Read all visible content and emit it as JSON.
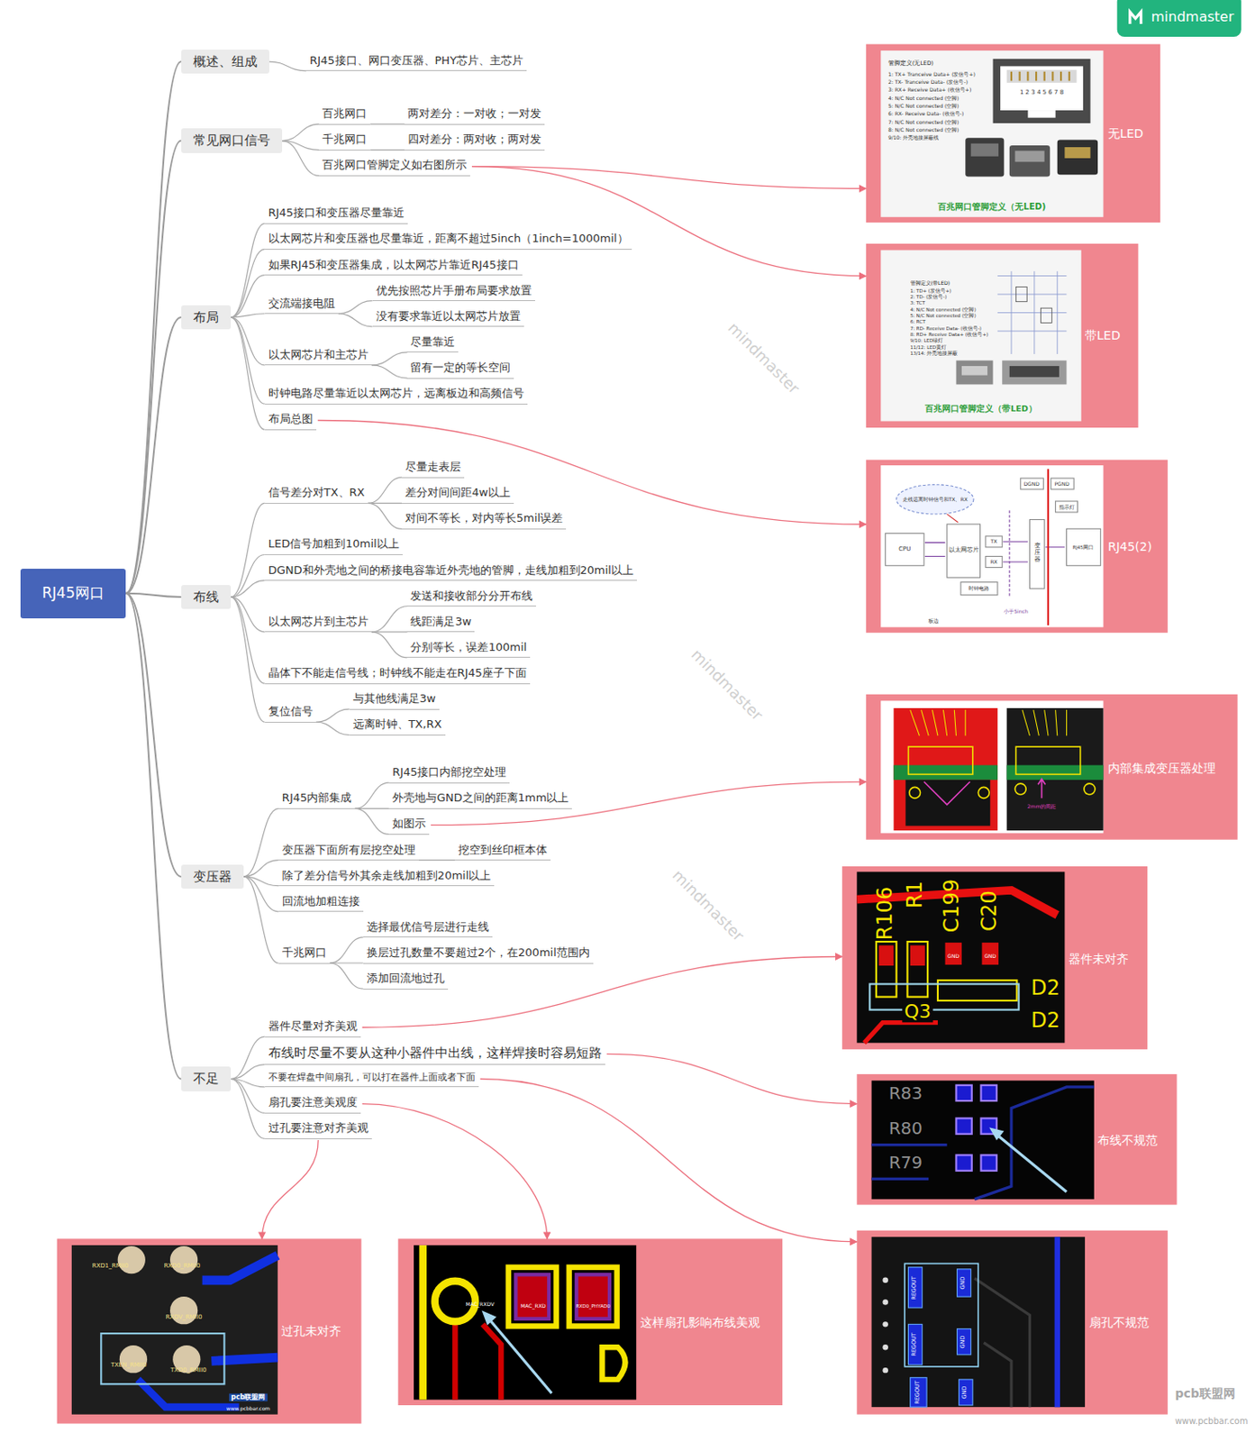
{
  "diagram": {
    "nodes": [
      {
        "text": [
          "RJ45网口"
        ]
      },
      {
        "text": [
          "概述、组成"
        ]
      },
      {
        "text": [
          "RJ45接口、网口变压器、PHY芯片、主芯片"
        ]
      },
      {
        "text": [
          "常见网口信号"
        ]
      },
      {
        "text": [
          "百兆网口"
        ]
      },
      {
        "text": [
          "两对差分：一对收；一对发"
        ]
      },
      {
        "text": [
          "千兆网口"
        ]
      },
      {
        "text": [
          "四对差分：两对收；两对发"
        ]
      },
      {
        "text": [
          "百兆网口管脚定义如右图所示"
        ]
      },
      {
        "text": [
          "布局"
        ]
      },
      {
        "text": [
          "RJ45接口和变压器尽量靠近"
        ]
      },
      {
        "text": [
          "以太网芯片和变压器也尽量靠近，距离不超过5inch（1inch=1000mil）"
        ]
      },
      {
        "text": [
          "如果RJ45和变压器集成，以太网芯片靠近RJ45接口"
        ]
      },
      {
        "text": [
          "交流端接电阻"
        ]
      },
      {
        "text": [
          "优先按照芯片手册布局要求放置"
        ]
      },
      {
        "text": [
          "没有要求靠近以太网芯片放置"
        ]
      },
      {
        "text": [
          "以太网芯片和主芯片"
        ]
      },
      {
        "text": [
          "尽量靠近"
        ]
      },
      {
        "text": [
          "留有一定的等长空间"
        ]
      },
      {
        "text": [
          "时钟电路尽量靠近以太网芯片，远离板边和高频信号"
        ]
      },
      {
        "text": [
          "布局总图"
        ]
      },
      {
        "text": [
          "布线"
        ]
      },
      {
        "text": [
          "信号差分对TX、RX"
        ]
      },
      {
        "text": [
          "尽量走表层"
        ]
      },
      {
        "text": [
          "差分对间间距4w以上"
        ]
      },
      {
        "text": [
          "对间不等长，对内等长5mil误差"
        ]
      },
      {
        "text": [
          "LED信号加粗到10mil以上"
        ]
      },
      {
        "text": [
          "DGND和外壳地之间的桥接电容靠近外壳地的管脚，走线加粗到20mil以上"
        ]
      },
      {
        "text": [
          "以太网芯片到主芯片"
        ]
      },
      {
        "text": [
          "发送和接收部分分开布线"
        ]
      },
      {
        "text": [
          "线距满足3w"
        ]
      },
      {
        "text": [
          "分别等长，误差100mil"
        ]
      },
      {
        "text": [
          "晶体下不能走信号线；时钟线不能走在RJ45座子下面"
        ]
      },
      {
        "text": [
          "复位信号"
        ]
      },
      {
        "text": [
          "与其他线满足3w"
        ]
      },
      {
        "text": [
          "远离时钟、TX,RX"
        ]
      },
      {
        "text": [
          "变压器"
        ]
      },
      {
        "text": [
          "RJ45内部集成"
        ]
      },
      {
        "text": [
          "RJ45接口内部挖空处理"
        ]
      },
      {
        "text": [
          "外壳地与GND之间的距离1mm以上"
        ]
      },
      {
        "text": [
          "如图示"
        ]
      },
      {
        "text": [
          "变压器下面所有层挖空处理"
        ]
      },
      {
        "text": [
          "挖空到丝印框本体"
        ]
      },
      {
        "text": [
          "除了差分信号外其余走线加粗到20mil以上"
        ]
      },
      {
        "text": [
          "回流地加粗连接"
        ]
      },
      {
        "text": [
          "千兆网口"
        ]
      },
      {
        "text": [
          "选择最优信号层进行走线"
        ]
      },
      {
        "text": [
          "换层过孔数量不要超过2个，在200mil范围内"
        ]
      },
      {
        "text": [
          "添加回流地过孔"
        ]
      },
      {
        "text": [
          "不足"
        ]
      },
      {
        "text": [
          "器件尽量对齐美观"
        ]
      },
      {
        "text": [
          "布线时尽量不要从这种小器件中出线，这样焊接时容易短路"
        ]
      },
      {
        "text": [
          "不要在焊盘中间扇孔，可以打在器件上面或者下面"
        ]
      },
      {
        "text": [
          "扇孔要注意美观度"
        ]
      },
      {
        "text": [
          "过孔要注意对齐美观"
        ]
      },
      {
        "text": [
          "无LED"
        ]
      },
      {
        "text": [
          "带LED"
        ]
      },
      {
        "text": [
          "RJ45(2)"
        ]
      },
      {
        "text": [
          "内部集成变压器处理"
        ]
      },
      {
        "text": [
          "器件未对齐"
        ]
      },
      {
        "text": [
          "布线不规范"
        ]
      },
      {
        "text": [
          "扇孔不规范"
        ]
      },
      {
        "text": [
          "过孔未对齐"
        ]
      },
      {
        "text": [
          "这样扇孔影响布线美观"
        ]
      }
    ],
    "edges": [
      {
        "from": 0,
        "to": 1,
        "arrow": "none"
      },
      {
        "from": 0,
        "to": 3,
        "arrow": "none"
      },
      {
        "from": 0,
        "to": 9,
        "arrow": "none"
      },
      {
        "from": 0,
        "to": 21,
        "arrow": "none"
      },
      {
        "from": 0,
        "to": 36,
        "arrow": "none"
      },
      {
        "from": 0,
        "to": 49,
        "arrow": "none"
      },
      {
        "from": 1,
        "to": 2,
        "arrow": "none"
      },
      {
        "from": 3,
        "to": 4,
        "arrow": "none"
      },
      {
        "from": 3,
        "to": 6,
        "arrow": "none"
      },
      {
        "from": 3,
        "to": 8,
        "arrow": "none"
      },
      {
        "from": 4,
        "to": 5,
        "arrow": "none"
      },
      {
        "from": 6,
        "to": 7,
        "arrow": "none"
      },
      {
        "from": 9,
        "to": 10,
        "arrow": "none"
      },
      {
        "from": 9,
        "to": 11,
        "arrow": "none"
      },
      {
        "from": 9,
        "to": 12,
        "arrow": "none"
      },
      {
        "from": 9,
        "to": 13,
        "arrow": "none"
      },
      {
        "from": 9,
        "to": 16,
        "arrow": "none"
      },
      {
        "from": 9,
        "to": 19,
        "arrow": "none"
      },
      {
        "from": 9,
        "to": 20,
        "arrow": "none"
      },
      {
        "from": 13,
        "to": 14,
        "arrow": "none"
      },
      {
        "from": 13,
        "to": 15,
        "arrow": "none"
      },
      {
        "from": 16,
        "to": 17,
        "arrow": "none"
      },
      {
        "from": 16,
        "to": 18,
        "arrow": "none"
      },
      {
        "from": 21,
        "to": 22,
        "arrow": "none"
      },
      {
        "from": 21,
        "to": 26,
        "arrow": "none"
      },
      {
        "from": 21,
        "to": 27,
        "arrow": "none"
      },
      {
        "from": 21,
        "to": 28,
        "arrow": "none"
      },
      {
        "from": 21,
        "to": 32,
        "arrow": "none"
      },
      {
        "from": 21,
        "to": 33,
        "arrow": "none"
      },
      {
        "from": 22,
        "to": 23,
        "arrow": "none"
      },
      {
        "from": 22,
        "to": 24,
        "arrow": "none"
      },
      {
        "from": 22,
        "to": 25,
        "arrow": "none"
      },
      {
        "from": 28,
        "to": 29,
        "arrow": "none"
      },
      {
        "from": 28,
        "to": 30,
        "arrow": "none"
      },
      {
        "from": 28,
        "to": 31,
        "arrow": "none"
      },
      {
        "from": 33,
        "to": 34,
        "arrow": "none"
      },
      {
        "from": 33,
        "to": 35,
        "arrow": "none"
      },
      {
        "from": 36,
        "to": 37,
        "arrow": "none"
      },
      {
        "from": 36,
        "to": 41,
        "arrow": "none"
      },
      {
        "from": 36,
        "to": 43,
        "arrow": "none"
      },
      {
        "from": 36,
        "to": 44,
        "arrow": "none"
      },
      {
        "from": 36,
        "to": 45,
        "arrow": "none"
      },
      {
        "from": 37,
        "to": 38,
        "arrow": "none"
      },
      {
        "from": 37,
        "to": 39,
        "arrow": "none"
      },
      {
        "from": 37,
        "to": 40,
        "arrow": "none"
      },
      {
        "from": 41,
        "to": 42,
        "arrow": "none"
      },
      {
        "from": 45,
        "to": 46,
        "arrow": "none"
      },
      {
        "from": 45,
        "to": 47,
        "arrow": "none"
      },
      {
        "from": 45,
        "to": 48,
        "arrow": "none"
      },
      {
        "from": 49,
        "to": 50,
        "arrow": "none"
      },
      {
        "from": 49,
        "to": 51,
        "arrow": "none"
      },
      {
        "from": 49,
        "to": 52,
        "arrow": "none"
      },
      {
        "from": 49,
        "to": 53,
        "arrow": "none"
      },
      {
        "from": 49,
        "to": 54,
        "arrow": "none"
      },
      {
        "from": 8,
        "to": 55,
        "arrow": "to"
      },
      {
        "from": 8,
        "to": 56,
        "arrow": "to"
      },
      {
        "from": 20,
        "to": 57,
        "arrow": "to"
      },
      {
        "from": 40,
        "to": 58,
        "arrow": "to"
      },
      {
        "from": 50,
        "to": 59,
        "arrow": "to"
      },
      {
        "from": 51,
        "to": 60,
        "arrow": "to"
      },
      {
        "from": 52,
        "to": 61,
        "arrow": "to"
      },
      {
        "from": 53,
        "to": 63,
        "arrow": "to"
      },
      {
        "from": 54,
        "to": 62,
        "arrow": "to"
      }
    ],
    "labels": [
      "mindmaster",
      "mindmaster",
      "mindmaster",
      "mindmaster",
      "管脚定义(无LED)",
      "1: TX+ Tranceive Data+ (发信号+)",
      "2: TX- Tranceive Data- (发信号-)",
      "3: RX+ Receive Data+ (收信号+)",
      "4: N/C Not connected (空脚)",
      "5: N/C Not connected (空脚)",
      "6: RX- Receive Data- (收信号-)",
      "7: N/C Not connected (空脚)",
      "8: N/C Not connected (空脚)",
      "9/10: 外壳地接屏蔽线",
      "1 2 3 4 5 6 7 8",
      "百兆网口管脚定义（无LED)",
      "管脚定义(带LED)",
      "1: TD+ (发信号+)",
      "2: TD- (发信号-)",
      "3: TCT",
      "4: N/C Not connected (空脚)",
      "5: N/C Not connected (空脚)",
      "6: RCT",
      "7: RD- Receive Data- (收信号-)",
      "8: RD+ Receive Data+ (收信号+)",
      "9/10: LED绿灯",
      "11/12: LED黄灯",
      "13/14: 外壳地接屏蔽",
      "百兆网口管脚定义（带LED）",
      "走线远离时钟信号和TX、RX",
      "CPU",
      "以太网芯片",
      "TX",
      "RX",
      "DGND",
      "PGND",
      "指示灯",
      "变压器",
      "RJ45网口",
      "时钟电路",
      "小于5inch",
      "板边",
      "2mm的间距",
      "R106",
      "R1",
      "C199",
      "C20",
      "GND",
      "GND",
      "Q3",
      "D2",
      "D2",
      "R83",
      "R80",
      "R79",
      "REGOUT",
      "GND",
      "REGOUT",
      "GND",
      "REGOUT",
      "GND",
      "RXD1_RMII0",
      "RXD0_RMII0",
      "RXDV_RMII0",
      "TXEN_RMII0",
      "TXD0_RMII0",
      "pcb联盟网",
      "www.pcbbar.com",
      "MAC_RXDV",
      "MAC_RXD",
      "RXD0_PHYAD0",
      "pcb联盟网",
      "www.pcbbar.com"
    ]
  }
}
